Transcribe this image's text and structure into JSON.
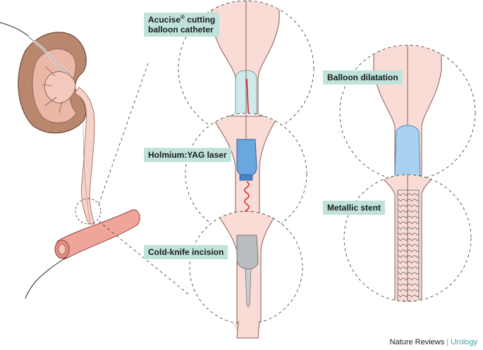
{
  "labels": {
    "acucise_name": "Acucise",
    "acucise_reg": "®",
    "acucise_rest": " cutting",
    "acucise_line2": "balloon catheter",
    "balloon_dilatation": "Balloon dilatation",
    "holmium": "Holmium:YAG laser",
    "metallic_stent": "Metallic stent",
    "cold_knife": "Cold-knife incision"
  },
  "credit": {
    "publisher": "Nature Reviews",
    "separator": "|",
    "journal": "Urology"
  },
  "colors": {
    "tissue_fill": "#f9dcd6",
    "tissue_stroke": "#8a5a4e",
    "label_bg": "#bfe3da",
    "kidney_cortex": "#b8876e",
    "ureter_wall": "#f3c3b6",
    "bladder_pink": "#f0a59b",
    "balloon_cyan": "#cfeaea",
    "laser_blue": "#6aa7e0",
    "laser_beam": "#d22020",
    "knife_gray": "#b9bcc0",
    "stent_gray": "#8c8c8c",
    "catheter_line": "#8a3a2a"
  }
}
